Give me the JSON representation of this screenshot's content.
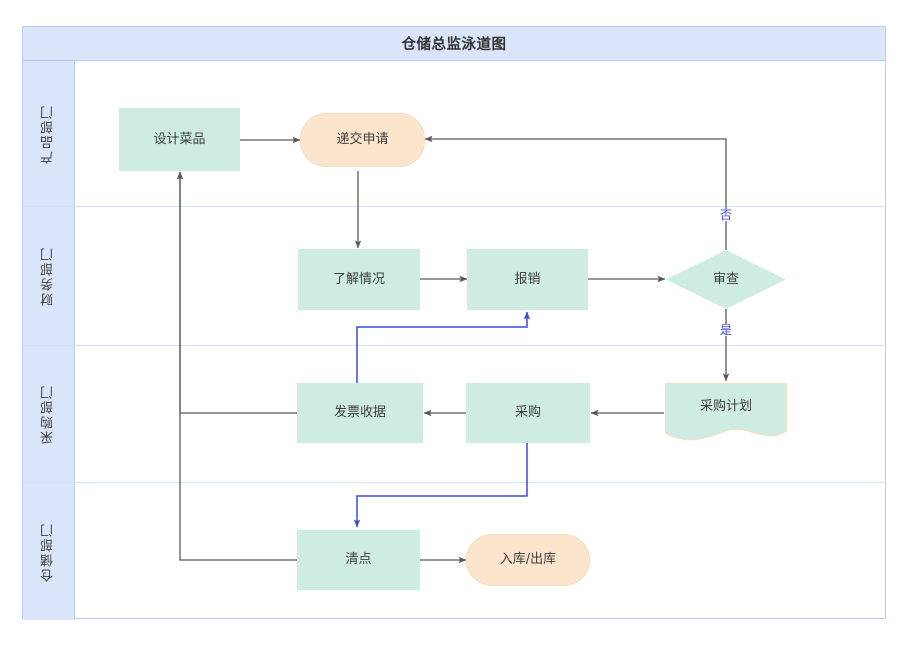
{
  "diagram": {
    "title": "仓储总监泳道图",
    "lanes": [
      {
        "id": "lane-product",
        "label": "产品部门"
      },
      {
        "id": "lane-finance",
        "label": "财务部门"
      },
      {
        "id": "lane-purchase",
        "label": "采购部门"
      },
      {
        "id": "lane-warehouse",
        "label": "仓储部门"
      }
    ],
    "nodes": [
      {
        "id": "design",
        "label": "设计菜品",
        "shape": "process",
        "lane": "lane-product"
      },
      {
        "id": "submit",
        "label": "递交申请",
        "shape": "terminator",
        "lane": "lane-product"
      },
      {
        "id": "understand",
        "label": "了解情况",
        "shape": "process",
        "lane": "lane-finance"
      },
      {
        "id": "reimburse",
        "label": "报销",
        "shape": "process",
        "lane": "lane-finance"
      },
      {
        "id": "review",
        "label": "审查",
        "shape": "decision",
        "lane": "lane-finance"
      },
      {
        "id": "invoice",
        "label": "发票收据",
        "shape": "process",
        "lane": "lane-purchase"
      },
      {
        "id": "purchase",
        "label": "采购",
        "shape": "process",
        "lane": "lane-purchase"
      },
      {
        "id": "purchase-plan",
        "label": "采购计划",
        "shape": "document",
        "lane": "lane-purchase"
      },
      {
        "id": "count",
        "label": "清点",
        "shape": "process",
        "lane": "lane-warehouse"
      },
      {
        "id": "inout",
        "label": "入库/出库",
        "shape": "terminator",
        "lane": "lane-warehouse"
      }
    ],
    "edges": [
      {
        "from": "design",
        "to": "submit",
        "label": "",
        "color": "gray"
      },
      {
        "from": "submit",
        "to": "understand",
        "label": "",
        "color": "gray"
      },
      {
        "from": "understand",
        "to": "reimburse",
        "label": "",
        "color": "gray"
      },
      {
        "from": "reimburse",
        "to": "review",
        "label": "",
        "color": "gray"
      },
      {
        "from": "review",
        "to": "submit",
        "label": "否",
        "color": "gray"
      },
      {
        "from": "review",
        "to": "purchase-plan",
        "label": "是",
        "color": "gray"
      },
      {
        "from": "purchase-plan",
        "to": "purchase",
        "label": "",
        "color": "gray"
      },
      {
        "from": "purchase",
        "to": "invoice",
        "label": "",
        "color": "gray"
      },
      {
        "from": "invoice",
        "to": "reimburse",
        "label": "",
        "color": "blue"
      },
      {
        "from": "purchase",
        "to": "count",
        "label": "",
        "color": "blue"
      },
      {
        "from": "invoice",
        "to": "design",
        "label": "",
        "color": "gray"
      },
      {
        "from": "count",
        "to": "design",
        "label": "",
        "color": "gray"
      },
      {
        "from": "count",
        "to": "inout",
        "label": "",
        "color": "gray"
      }
    ],
    "edge_labels": {
      "no": "否",
      "yes": "是"
    },
    "colors": {
      "title_bg": "#dbe5fa",
      "lane_header_bg": "#dbe5fa",
      "frame_border": "#b9cdf0",
      "lane_divider": "#d3e2fb",
      "process_fill": "#cfece2",
      "terminator_fill": "#fce5cd",
      "terminator_border": "#f6dcc0",
      "connector_gray": "#595959",
      "connector_blue": "#3a4bd8",
      "text": "#3d3d3d"
    }
  }
}
